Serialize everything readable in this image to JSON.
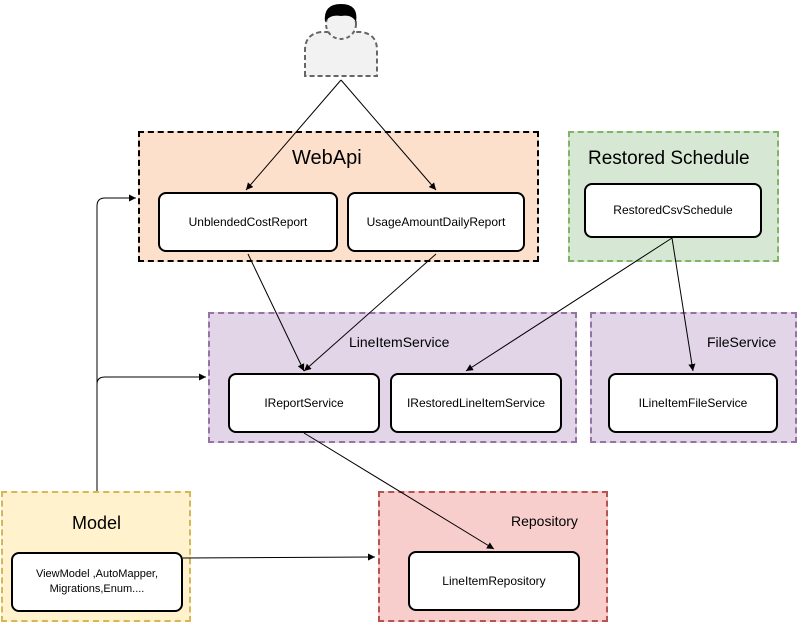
{
  "groups": {
    "webapi": "WebApi",
    "restored_schedule": "Restored Schedule",
    "line_item_service": "LineItemService",
    "file_service": "FileService",
    "model": "Model",
    "repository": "Repository"
  },
  "nodes": {
    "unblended_cost_report": "UnblendedCostReport",
    "usage_amount_daily_report": "UsageAmountDailyReport",
    "restored_csv_schedule": "RestoredCsvSchedule",
    "ireport_service": "IReportService",
    "irestored_line_item_service": "IRestoredLineItemService",
    "iline_item_file_service": "ILineItemFileService",
    "model_contents": "ViewModel ,AutoMapper, Migrations,Enum....",
    "line_item_repository": "LineItemRepository"
  },
  "colors": {
    "webapi_fill": "#fce0cc",
    "restored_fill": "#d6e8d4",
    "service_fill": "#e1d5e7",
    "model_fill": "#fff2cc",
    "repository_fill": "#f8cecc"
  },
  "icons": {
    "user": "user-icon"
  }
}
